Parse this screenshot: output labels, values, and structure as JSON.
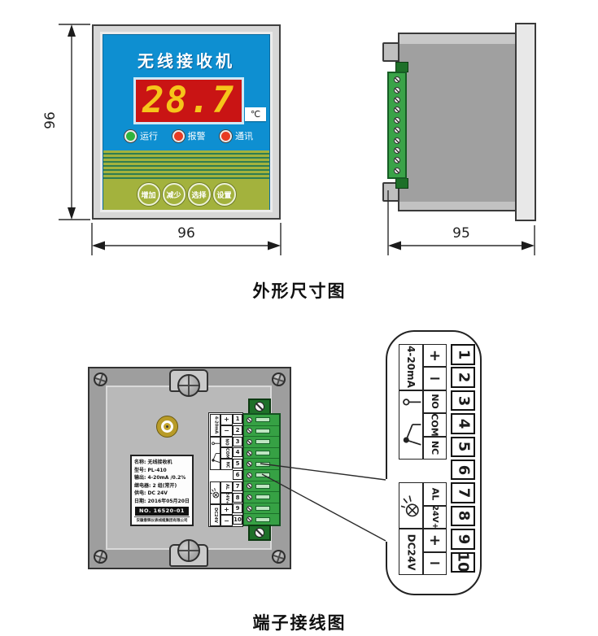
{
  "captions": {
    "outline_diagram": "外形尺寸图",
    "wiring_diagram": "端子接线图"
  },
  "dimensions": {
    "front_height": "96",
    "front_width": "96",
    "side_depth": "95"
  },
  "front_panel": {
    "title": "无线接收机",
    "display_value": "28.7",
    "unit": "℃",
    "colors": {
      "panel_blue": "#0e8fd1",
      "display_red": "#c91414",
      "digit_yellow": "#f6c51a",
      "band_green": "#a3b23d"
    },
    "indicators": [
      {
        "icon": "led-icon",
        "label": "运行",
        "color": "#2fb43c"
      },
      {
        "icon": "led-icon",
        "label": "报警",
        "color": "#e83b23"
      },
      {
        "icon": "led-icon",
        "label": "通讯",
        "color": "#e83b23"
      }
    ],
    "buttons": [
      {
        "label": "增加"
      },
      {
        "label": "减少"
      },
      {
        "label": "选择"
      },
      {
        "label": "设置"
      }
    ]
  },
  "back_panel": {
    "antenna_icon": "sma-antenna-connector",
    "nameplate": {
      "lines": [
        "名称: 无线接收机",
        "型号: PL-410",
        "输出: 4-20mA /0.2%",
        "继电器: 2 组(常开)",
        "供电: DC 24V",
        "日期: 2016年05月20日"
      ],
      "serial": "NO. 16520-01",
      "company": "安徽春辉仪表线缆集团有限公司"
    }
  },
  "terminals": {
    "numbers": [
      "1",
      "2",
      "3",
      "4",
      "5",
      "6",
      "7",
      "8",
      "9",
      "10"
    ],
    "groups": [
      {
        "label": "4-20mA",
        "icon": null,
        "pins": [
          "+",
          "−"
        ],
        "terminals": [
          "1",
          "2"
        ]
      },
      {
        "label": null,
        "icon": "relay-contact-icon",
        "pins": [
          "NO",
          "COM",
          "NC"
        ],
        "terminals": [
          "3",
          "4",
          "5"
        ]
      },
      {
        "label": null,
        "icon": "alarm-lamp-icon",
        "pins": [
          "AL",
          "24V+"
        ],
        "terminals": [
          "7",
          "8"
        ]
      },
      {
        "label": "DC24V",
        "icon": null,
        "pins": [
          "+",
          "−"
        ],
        "terminals": [
          "9",
          "10"
        ]
      }
    ]
  }
}
